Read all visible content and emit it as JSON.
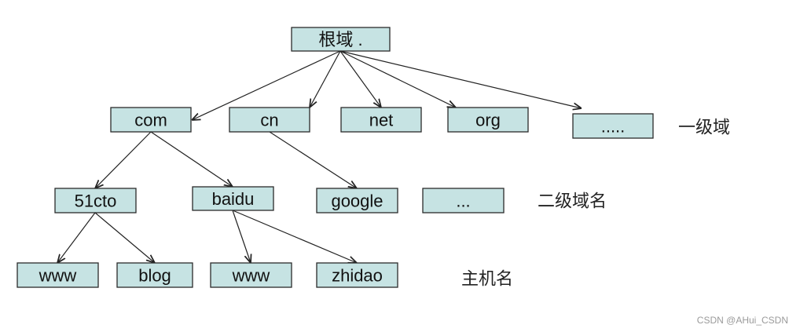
{
  "nodes": {
    "root": "根域 .",
    "com": "com",
    "cn": "cn",
    "net": "net",
    "org": "org",
    "tld_more": ".....",
    "c51cto": "51cto",
    "baidu": "baidu",
    "google": "google",
    "sld_more": "...",
    "www_51cto": "www",
    "blog": "blog",
    "www_baidu": "www",
    "zhidao": "zhidao"
  },
  "edges": [
    [
      "root",
      "com"
    ],
    [
      "root",
      "cn"
    ],
    [
      "root",
      "net"
    ],
    [
      "root",
      "org"
    ],
    [
      "root",
      "tld_more"
    ],
    [
      "com",
      "c51cto"
    ],
    [
      "com",
      "baidu"
    ],
    [
      "cn",
      "google"
    ],
    [
      "c51cto",
      "www_51cto"
    ],
    [
      "c51cto",
      "blog"
    ],
    [
      "baidu",
      "www_baidu"
    ],
    [
      "baidu",
      "zhidao"
    ]
  ],
  "level_labels": {
    "top_level": "一级域",
    "second_level": "二级域名",
    "host": "主机名"
  },
  "watermark": "CSDN @AHui_CSDN",
  "colors": {
    "node_fill": "#c6e3e3",
    "node_border": "#2b2b2b",
    "edge": "#222222",
    "watermark": "#9a9a9a"
  }
}
